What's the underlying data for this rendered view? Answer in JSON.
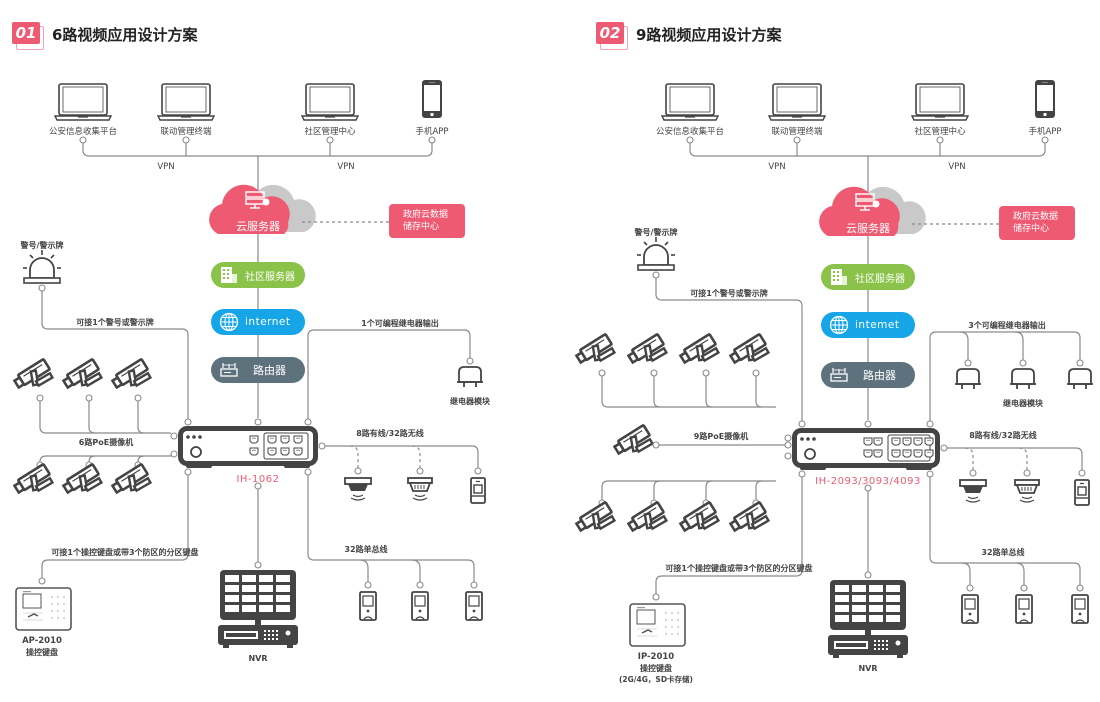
{
  "panels": [
    {
      "id": "panel-6",
      "badge": "01",
      "title": "6路视频应用设计方案",
      "top_devices": [
        {
          "label": "公安信息收集平台",
          "icon": "laptop-icon"
        },
        {
          "label": "联动管理终端",
          "icon": "laptop-icon"
        },
        {
          "label": "社区管理中心",
          "icon": "laptop-icon"
        },
        {
          "label": "手机APP",
          "icon": "phone-icon"
        }
      ],
      "vpn_labels": [
        "VPN",
        "VPN"
      ],
      "cloud_label": "云服务器",
      "gov_storage": [
        "政府云数据",
        "储存中心"
      ],
      "community_server": "社区服务器",
      "internet": "internet",
      "router": "路由器",
      "alarm_title": "警号/警示牌",
      "alarm_link": "可接1个警号或警示牌",
      "relay_link": "1个可编程继电器输出",
      "relay_label": "继电器模块",
      "relay_count": 1,
      "camera_label": "6路PoE摄像机",
      "camera_count": 6,
      "sensor_link": "8路有线/32路无线",
      "bus_link": "32路单总线",
      "keypad_link": "可接1个操控键盘或带3个防区的分区键盘",
      "keypad_model": "AP-2010",
      "keypad_name": "操控键盘",
      "keypad_note": "",
      "host_model": "IH-1062",
      "nvr_label": "NVR"
    },
    {
      "id": "panel-9",
      "badge": "02",
      "title": "9路视频应用设计方案",
      "top_devices": [
        {
          "label": "公安信息收集平台",
          "icon": "laptop-icon"
        },
        {
          "label": "联动管理终端",
          "icon": "laptop-icon"
        },
        {
          "label": "社区管理中心",
          "icon": "laptop-icon"
        },
        {
          "label": "手机APP",
          "icon": "phone-icon"
        }
      ],
      "vpn_labels": [
        "VPN",
        "VPN"
      ],
      "cloud_label": "云服务器",
      "gov_storage": [
        "政府云数据",
        "储存中心"
      ],
      "community_server": "社区服务器",
      "internet": "intemet",
      "router": "路由器",
      "alarm_title": "警号/警示牌",
      "alarm_link": "可接1个警号或警示牌",
      "relay_link": "3个可编程继电器输出",
      "relay_label": "继电器模块",
      "relay_count": 3,
      "camera_label": "9路PoE摄像机",
      "camera_count": 9,
      "sensor_link": "8路有线/32路无线",
      "bus_link": "32路单总线",
      "keypad_link": "可接1个操控键盘或带3个防区的分区键盘",
      "keypad_model": "IP-2010",
      "keypad_name": "操控键盘",
      "keypad_note": "(2G/4G，SD卡存储)",
      "host_model": "IH-2093/3093/4093",
      "nvr_label": "NVR"
    }
  ],
  "colors": {
    "accent": "#ee5a72",
    "green": "#8bc34a",
    "blue": "#16a6e8",
    "slate": "#5e727e",
    "line": "#8a8a8a",
    "device": "#444444"
  }
}
